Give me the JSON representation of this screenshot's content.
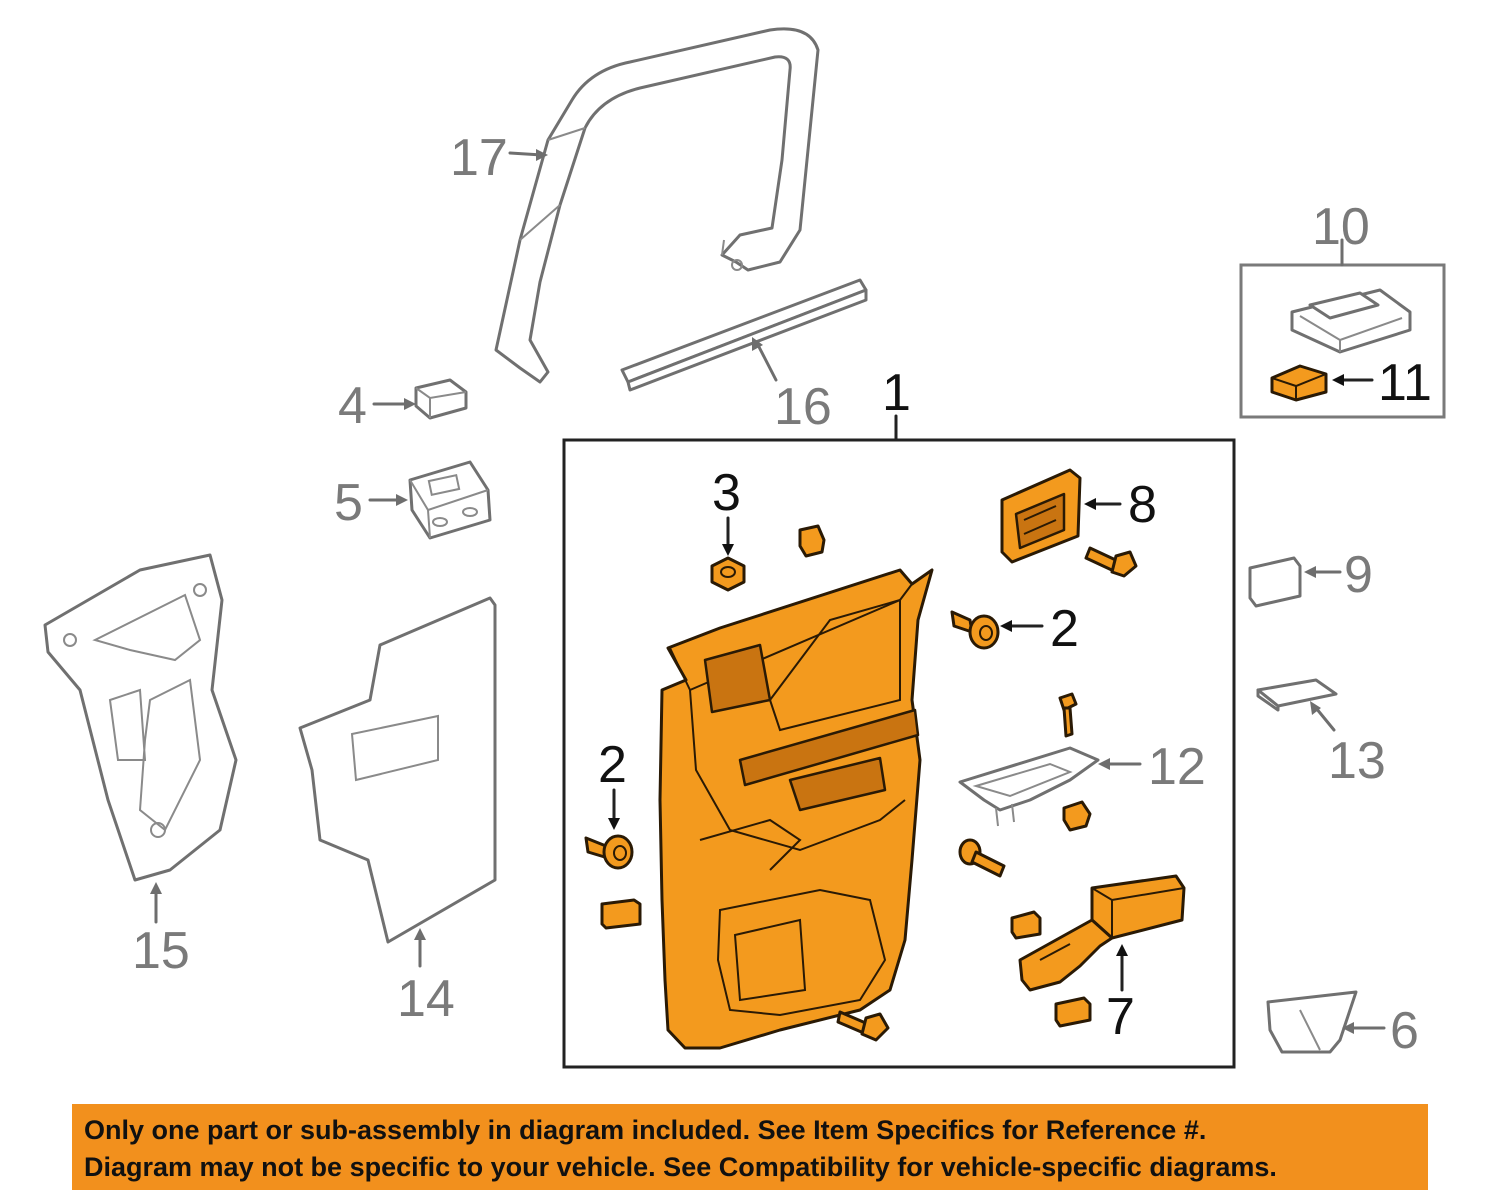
{
  "callouts": {
    "c1": "1",
    "c2a": "2",
    "c2b": "2",
    "c3": "3",
    "c4": "4",
    "c5": "5",
    "c6": "6",
    "c7": "7",
    "c8": "8",
    "c9": "9",
    "c10": "10",
    "c11": "11",
    "c12": "12",
    "c13": "13",
    "c14": "14",
    "c15": "15",
    "c16": "16",
    "c17": "17"
  },
  "notice": {
    "line1": "Only one part or sub-assembly in diagram included. See Item Specifics for Reference #.",
    "line2": "Diagram may not be specific to your vehicle. See Compatibility for vehicle-specific diagrams."
  },
  "colors": {
    "highlight": "#f39a1e",
    "banner": "#f2901d",
    "outline": "#707070"
  }
}
